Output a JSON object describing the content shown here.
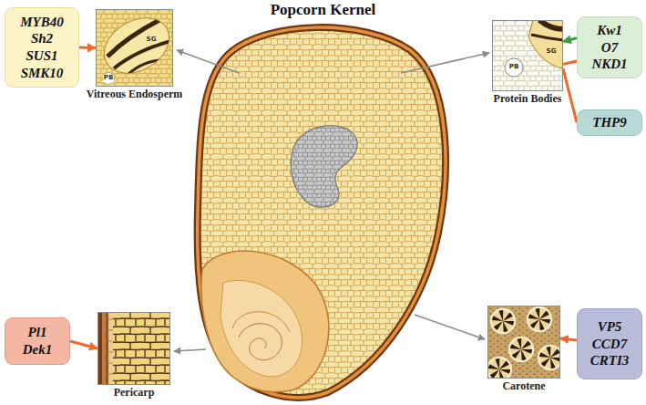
{
  "diagram": {
    "title": "Popcorn Kernel",
    "nodes": [
      {
        "text": [
          "MYB40",
          "Sh2",
          "SUS1",
          "SMK10"
        ]
      },
      {
        "text": [
          "Vitreous Endosperm"
        ]
      },
      {
        "text": [
          "Protein Bodies"
        ]
      },
      {
        "text": [
          "Kw1",
          "O7",
          "NKD1"
        ]
      },
      {
        "text": [
          "THP9"
        ]
      },
      {
        "text": [
          "Pl1",
          "Dek1"
        ]
      },
      {
        "text": [
          "Pericarp"
        ]
      },
      {
        "text": [
          "Carotene"
        ]
      },
      {
        "text": [
          "VP5",
          "CCD7",
          "CRTI3"
        ]
      }
    ],
    "edges": [
      {
        "from": 0,
        "to": 1,
        "arrow": "to"
      },
      {
        "from": 3,
        "to": 2,
        "arrow": "to"
      },
      {
        "from": 3,
        "to": 2,
        "arrow": "none"
      },
      {
        "from": 4,
        "to": 2,
        "arrow": "none"
      },
      {
        "from": 5,
        "to": 6,
        "arrow": "to"
      },
      {
        "from": 8,
        "to": 7,
        "arrow": "to"
      }
    ],
    "labels": [
      "SG",
      "PB",
      "SG",
      "PB"
    ]
  }
}
